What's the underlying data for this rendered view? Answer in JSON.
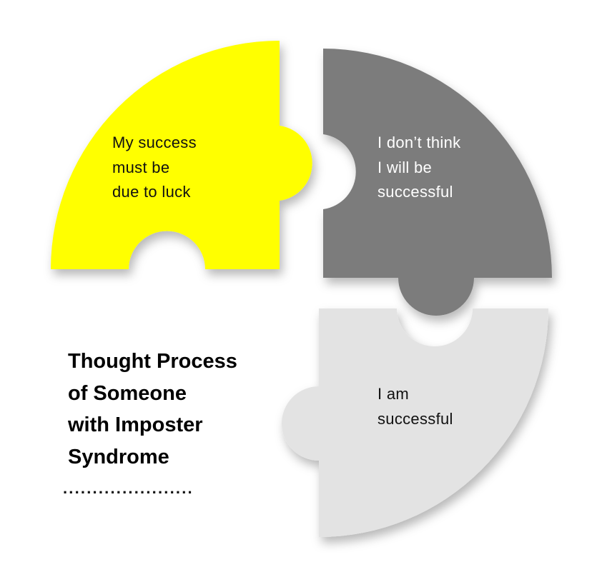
{
  "title": "Thought Process\nof Someone\nwith Imposter\nSyndrome",
  "pieces": [
    {
      "text": "My success\nmust be\ndue to luck",
      "color": "#FFFF00",
      "text_color": "#111111"
    },
    {
      "text": "I don’t think\nI will be\nsuccessful",
      "color": "#7B7B7B",
      "text_color": "#FFFFFF"
    },
    {
      "text": "I am\nsuccessful",
      "color": "#E3E3E3",
      "text_color": "#111111"
    }
  ],
  "divider": "......................"
}
